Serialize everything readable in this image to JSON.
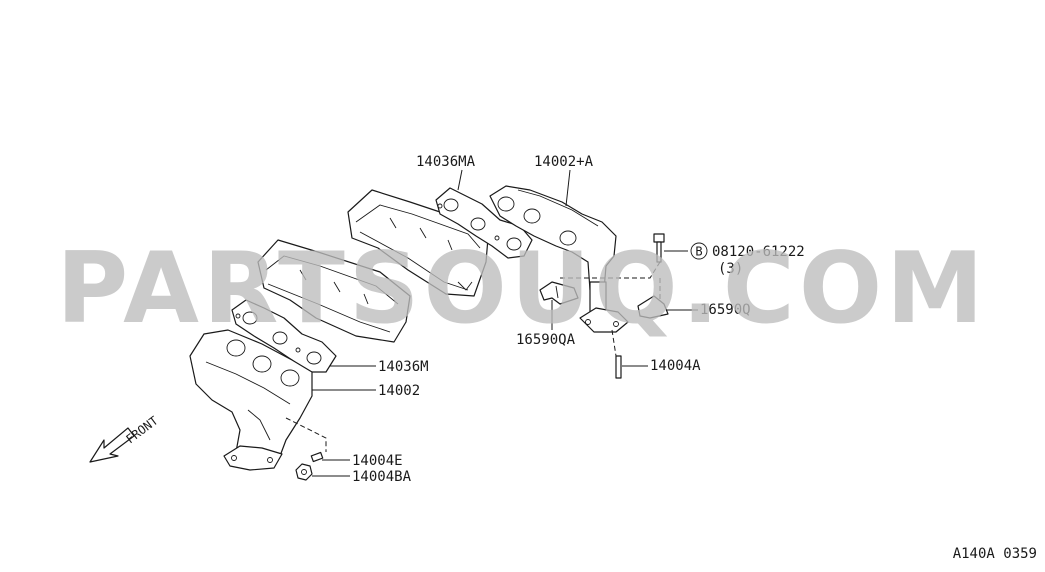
{
  "watermark": "PARTSOUQ.COM",
  "front_label": "FRONT",
  "diagram_code": "A140A 0359",
  "callouts": {
    "gasket_upper": "14036MA",
    "manifold_upper": "14002+A",
    "bolt_symbol": "B",
    "bolt_part": "08120-61222",
    "bolt_qty": "(3)",
    "bracket_right": "16590Q",
    "bracket_left": "16590QA",
    "stud_right": "14004A",
    "gasket_lower": "14036M",
    "manifold_lower": "14002",
    "stud_left": "14004E",
    "nut_left": "14004BA"
  }
}
